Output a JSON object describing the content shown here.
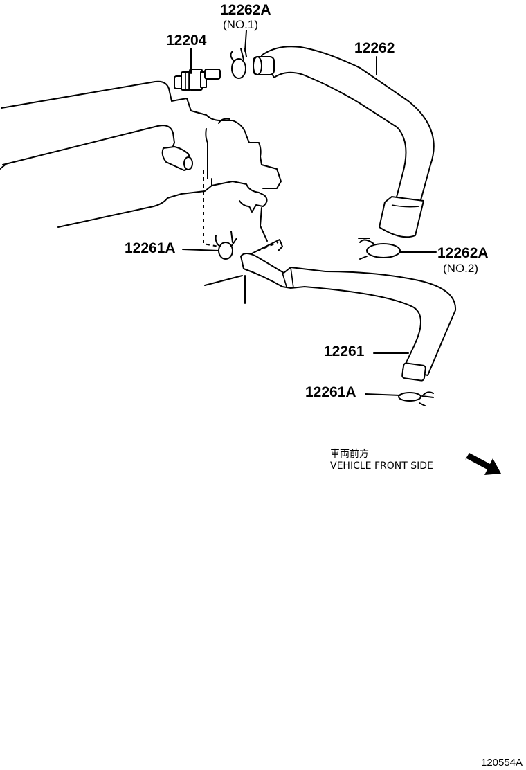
{
  "parts": {
    "clamp_no1": {
      "number": "12262A",
      "note": "(NO.1)"
    },
    "pcv_valve": {
      "number": "12204"
    },
    "hose_upper": {
      "number": "12262"
    },
    "clamp_no2": {
      "number": "12262A",
      "note": "(NO.2)"
    },
    "clamp_left": {
      "number": "12261A"
    },
    "hose_lower": {
      "number": "12261"
    },
    "clamp_bottom": {
      "number": "12261A"
    }
  },
  "direction": {
    "japanese": "車両前方",
    "english": "VEHICLE FRONT SIDE"
  },
  "figure_ref": "120554A"
}
